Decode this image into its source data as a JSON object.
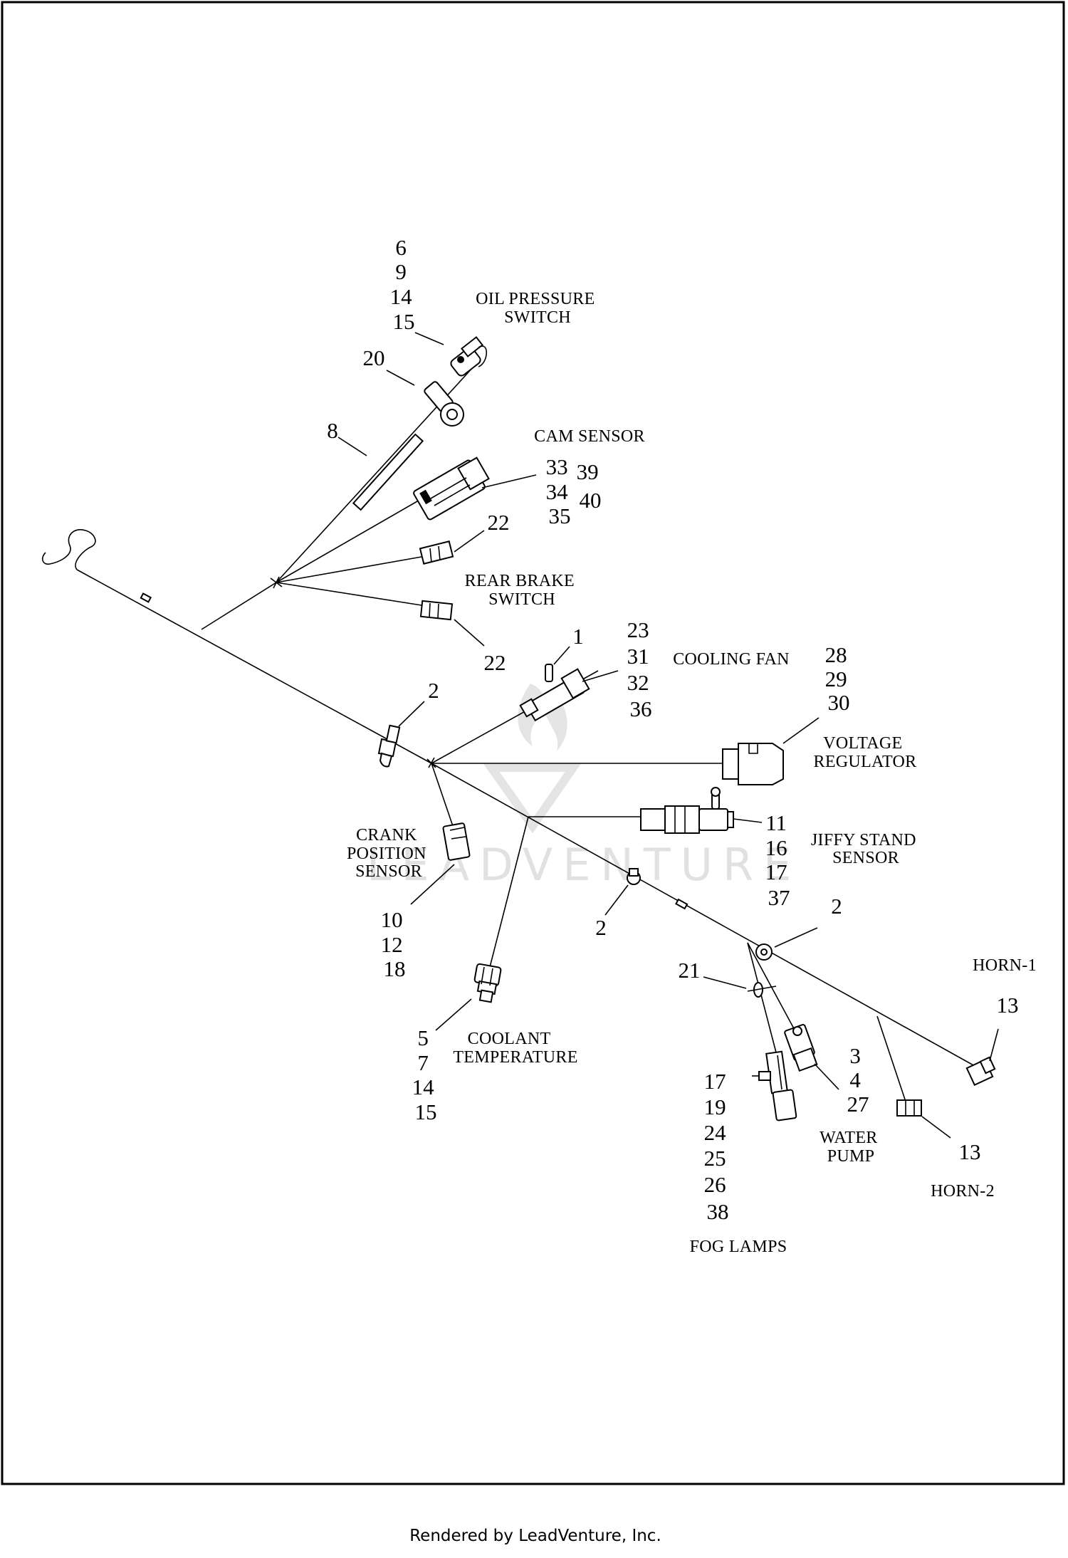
{
  "labels": {
    "oil_pressure_switch": [
      "OIL PRESSURE",
      "SWITCH"
    ],
    "cam_sensor": [
      "CAM SENSOR"
    ],
    "rear_brake_switch": [
      "REAR BRAKE",
      "SWITCH"
    ],
    "cooling_fan": [
      "COOLING FAN"
    ],
    "voltage_regulator": [
      "VOLTAGE",
      "REGULATOR"
    ],
    "crank_position_sensor": [
      "CRANK",
      "POSITION",
      "SENSOR"
    ],
    "jiffy_stand_sensor": [
      "JIFFY STAND",
      "SENSOR"
    ],
    "horn_1": [
      "HORN-1"
    ],
    "horn_2": [
      "HORN-2"
    ],
    "coolant_temperature": [
      "COOLANT",
      "TEMPERATURE"
    ],
    "water_pump": [
      "WATER",
      "PUMP"
    ],
    "fog_lamps": [
      "FOG LAMPS"
    ]
  },
  "callouts": {
    "oil_pressure_switch": [
      "6",
      "9",
      "14",
      "15"
    ],
    "oil_clamp": [
      "20"
    ],
    "conduit": [
      "8"
    ],
    "cam_sensor_a": [
      "33",
      "34",
      "35"
    ],
    "cam_sensor_b": [
      "39",
      "40"
    ],
    "brake_upper": [
      "22"
    ],
    "brake_lower": [
      "22"
    ],
    "cooling_fan_clip": [
      "1"
    ],
    "cooling_fan": [
      "23",
      "31",
      "32",
      "36"
    ],
    "voltage_regulator": [
      "28",
      "29",
      "30"
    ],
    "pushpin_left": [
      "2"
    ],
    "crank_position_sensor": [
      "10",
      "12",
      "18"
    ],
    "jiffy_stand_sensor": [
      "11",
      "16",
      "17",
      "37"
    ],
    "clip_mid": [
      "2"
    ],
    "clip_right": [
      "2"
    ],
    "cable_strap": [
      "21"
    ],
    "horn_1": [
      "13"
    ],
    "horn_2": [
      "13"
    ],
    "coolant_temperature": [
      "5",
      "7",
      "14",
      "15"
    ],
    "water_pump": [
      "3",
      "4",
      "27"
    ],
    "fog_lamps": [
      "17",
      "19",
      "24",
      "25",
      "26",
      "38"
    ]
  },
  "watermark": "LEADVENTURE",
  "footer": "Rendered by LeadVenture, Inc."
}
